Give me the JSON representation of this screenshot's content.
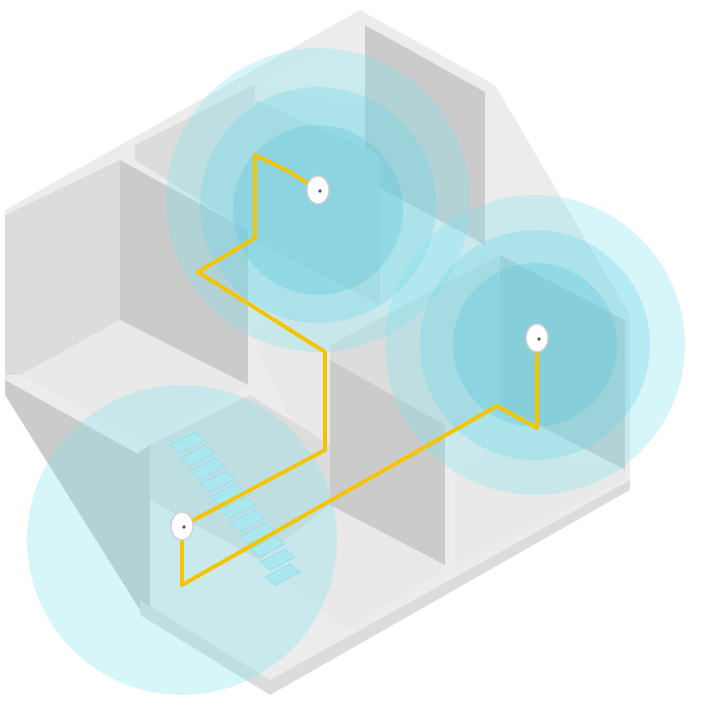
{
  "diagram": {
    "subject": "isometric-house-mesh-network",
    "colors": {
      "wall_light": "#ececec",
      "wall_mid": "#d9d9d9",
      "wall_dark": "#c8c8c8",
      "floor": "#e6e6e6",
      "signal": "#7fe3f0",
      "signal_core": "#5fc8d8",
      "cable": "#f5c400",
      "device": "#ffffff"
    },
    "nodes": [
      {
        "id": "upper-left-access-point",
        "room": "upper-left"
      },
      {
        "id": "right-access-point",
        "room": "right"
      },
      {
        "id": "stairwell-access-point",
        "room": "stairwell"
      }
    ]
  }
}
